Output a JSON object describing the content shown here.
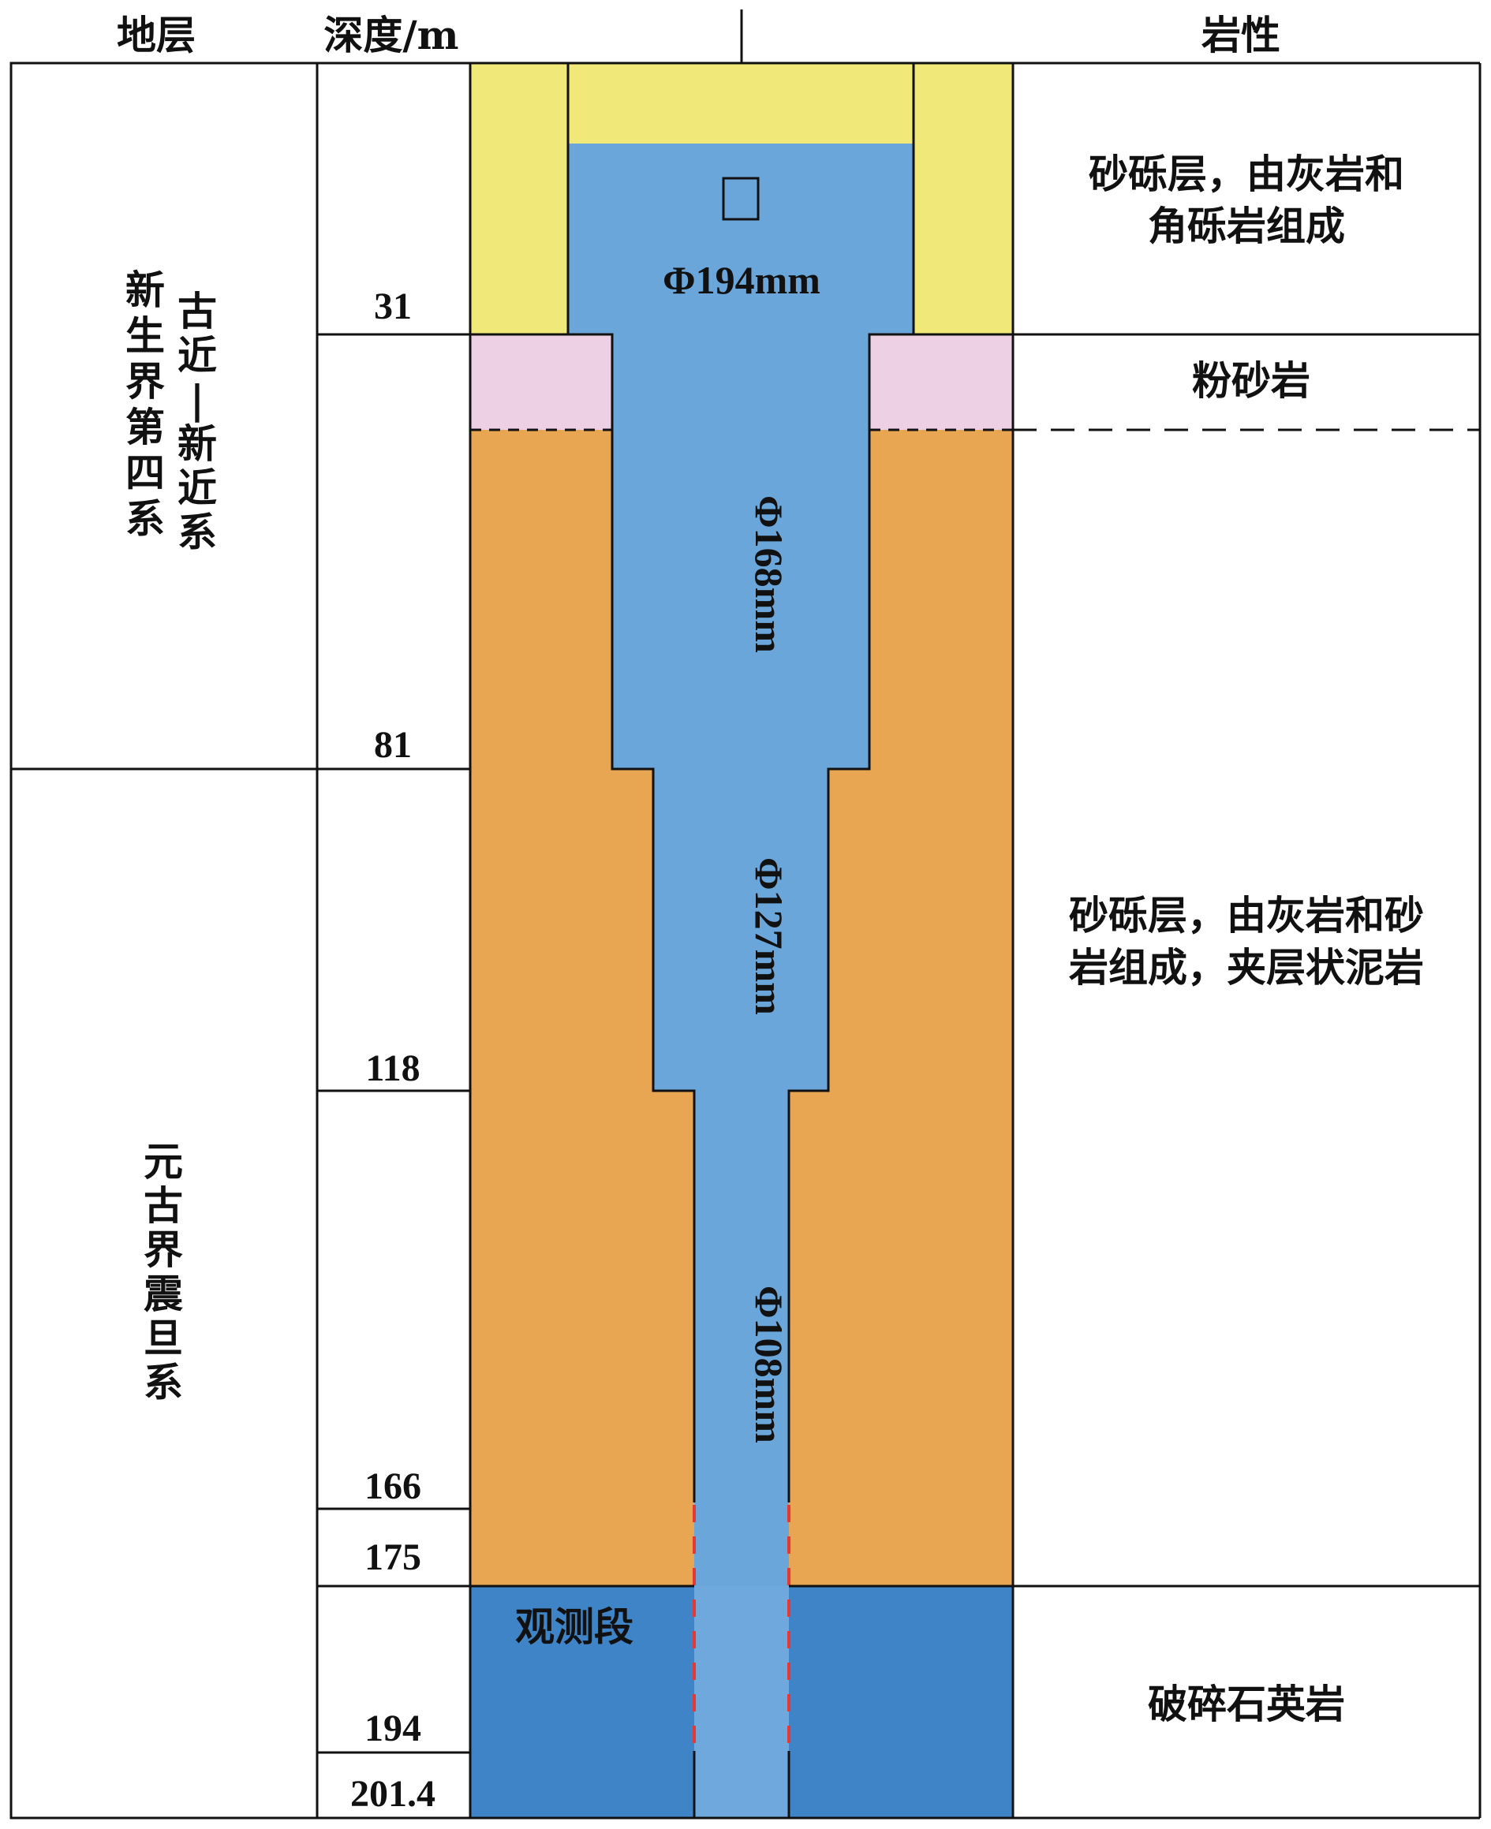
{
  "headers": {
    "stratum": "地层",
    "depth": "深度/m",
    "lithology": "岩性"
  },
  "strata": {
    "upper_left": "新生界第四系",
    "upper_right": "古近-新近系",
    "lower": "元古界震旦系"
  },
  "depths": [
    "31",
    "81",
    "118",
    "166",
    "175",
    "194",
    "201.4"
  ],
  "lithology": {
    "layer1_line1": "砂砾层，由灰岩和",
    "layer1_line2": "角砾岩组成",
    "layer2": "粉砂岩",
    "layer3_line1": "砂砾层，由灰岩和砂",
    "layer3_line2": "岩组成，夹层状泥岩",
    "layer4": "破碎石英岩"
  },
  "diameters": {
    "d1": "Φ194mm",
    "d2": "Φ168mm",
    "d3": "Φ127mm",
    "d4": "Φ108mm"
  },
  "observation_section": "观测段",
  "colors": {
    "yellow_layer": "#F0E878",
    "pink_layer": "#EDD0E4",
    "orange_layer": "#E8A653",
    "quartzite_layer": "#3F84C6",
    "borehole_water": "#6AA6DA",
    "screen_marks": "#E53935"
  }
}
